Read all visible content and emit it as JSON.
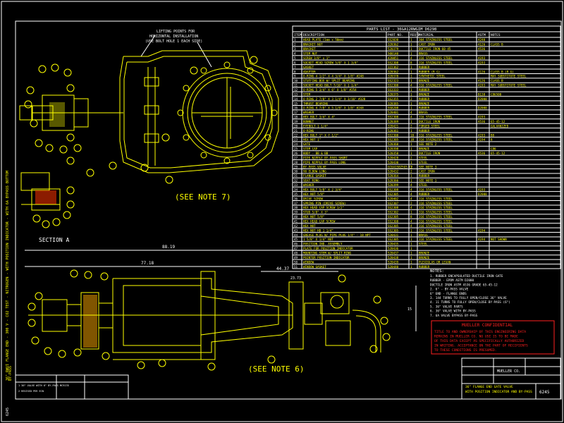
{
  "views": {
    "lifting_note": [
      "LIFTING POINTS FOR",
      "HORIZONTAL INSTALLATION",
      "(USE BOLT HOLE 1 EACH SIDE)"
    ],
    "see_note_7": "(SEE NOTE 7)",
    "see_note_6": "(SEE NOTE 6)",
    "section_label": "SECTION A",
    "dim_overall": "88.19",
    "dim_77": "77.18",
    "dim_44": "44.37",
    "dim_small": "23.73",
    "dim_15": "15"
  },
  "vertical_title": "36\" RWVI FLANGE END - 300 V - CO2 TEST - NITROGEN - WITH POSITION INDICATOR - WITH 6A BYPASS BOTTOM",
  "vertical_code": "BY-PASS",
  "parts_list": {
    "title": "PARTS LIST - 36GA12RWGIM D6298",
    "headers": [
      "ITEM",
      "DESCRIPTION",
      "PART NO.",
      "REQ'D",
      "MATERIAL",
      "ASTM",
      "NOTES"
    ],
    "rows": [
      [
        "1",
        "HEAD PLATE (1mm x 50mm)",
        "SS2030",
        "1",
        "304 STAINLESS STEEL",
        "A240",
        ""
      ],
      [
        "2",
        "BRACKET NUT",
        "320362",
        "1",
        "CAST IRON",
        "A126",
        "CLASS B"
      ],
      [
        "3",
        "BRACKET",
        "520379",
        "1",
        "DUCTILE IRON-60-45",
        "A536",
        ""
      ],
      [
        "4",
        "STEM NUT",
        "500140",
        "1",
        "BRASS",
        "",
        ""
      ],
      [
        "5",
        "SCREW 3/8\" x 1\"",
        "420051",
        "4",
        "316 STAINLESS STEEL",
        "A193",
        ""
      ],
      [
        "6",
        "SOCKET HEAD SCREW 5/8\" X 1 3/4\"",
        "SS2308",
        "8",
        "316 STAINLESS STEEL",
        "A193",
        ""
      ],
      [
        "7",
        "GASKET",
        "322362",
        "1",
        "RUBBER",
        "",
        ""
      ],
      [
        "8",
        "ADAPTER",
        "320362",
        "1",
        "RUBBER (R G)",
        "A126",
        "CLASS B (R G)"
      ],
      [
        "9",
        "O-RING 4 1/2\" X 4 3/4\" X 1/8\" #248",
        "320378",
        "1",
        "SYNTHETIC STEEL",
        "",
        "MAY SUBSTITUTE STEEL"
      ],
      [
        "10",
        "STUFFING BOX W/ SPLIT BEARING",
        "SS2323",
        "1",
        "BRONZE",
        "A126",
        "CLASS B"
      ],
      [
        "11",
        "SOCKET HEAD BOLT 7/16\" X 1 1/4\"",
        "SS2308",
        "4",
        "316 STAINLESS STEEL",
        "A193",
        "MAY SUBSTITUTE STEEL"
      ],
      [
        "12",
        "O-RING 5 3/4\" X 6\" X 1/8\" #254",
        "SS3333",
        "1",
        "RUBBER",
        "",
        ""
      ],
      [
        "13",
        "STEM",
        "520375",
        "1",
        "BRONZE",
        "B138",
        "C86500"
      ],
      [
        "14",
        "O-RING 2 7/8\" X 3 1/4\" X 3/16\" #328",
        "SS2355",
        "2",
        "RUBBER",
        "D2000",
        ""
      ],
      [
        "15",
        "THRUST BEARING",
        "320385",
        "1",
        "BRONZE",
        "",
        ""
      ],
      [
        "16",
        "O-RING 4 7/8\" X 5 1/8\" X 1/8\" #244",
        "SS8208",
        "1",
        "RUBBER",
        "D2000",
        ""
      ],
      [
        "17",
        "WASHER",
        "520401",
        "4",
        "BRASS",
        "",
        ""
      ],
      [
        "18",
        "HEX BOLT 3/4\" X 4\"",
        "SS2308",
        "4",
        "316 STAINLESS STEEL",
        "A193",
        ""
      ],
      [
        "19",
        "BONNET",
        "520389",
        "1",
        "DUCTILE IRON",
        "A536",
        "65-45-12"
      ],
      [
        "20",
        "EYEBOLT 1 1/4\"",
        "320421",
        "2",
        "FORGED STEEL",
        "",
        "GALVANIZED"
      ],
      [
        "21",
        "O-RING",
        "520361",
        "1",
        "RUBBER",
        "",
        ""
      ],
      [
        "22",
        "HEX BOLT 1\" X 7 1/2\"",
        "SS2308",
        "18",
        "316 STAINLESS STEEL",
        "A193",
        "B8"
      ],
      [
        "23",
        "HEX NUT 1\"",
        "SS2305",
        "18",
        "316 STAINLESS STEEL",
        "A194",
        "8"
      ],
      [
        "24",
        "GATE",
        "520360",
        "1",
        "SEE NOTE 2",
        "",
        ""
      ],
      [
        "25",
        "STEM CAP",
        "520398",
        "1",
        "BRONZE",
        "",
        "C86"
      ],
      [
        "26",
        "BODY - BB & BB",
        "520358",
        "1",
        "DUCTILE IRON",
        "A536",
        "65-45-12"
      ],
      [
        "27",
        "PIPE NIPPLE BY-PASS SHORT",
        "520428",
        "2",
        "STEEL",
        "",
        ""
      ],
      [
        "28",
        "PIPE NIPPLE BY-PASS LONG",
        "520430",
        "1",
        "STEEL",
        "",
        ""
      ],
      [
        "29",
        "BY-PASS VALVE",
        "GC6A1S025G5 C2",
        "1",
        "SEE NOTE 3",
        "",
        ""
      ],
      [
        "30",
        "90 ELBOW LONG",
        "520432",
        "2",
        "CAST IRON",
        "",
        ""
      ],
      [
        "31",
        "FLANGE GASKET",
        "520364",
        "1",
        "RUBBER",
        "",
        ""
      ],
      [
        "32",
        "SEAT RING",
        "520366",
        "1",
        "SEE NOTE 1",
        "",
        ""
      ],
      [
        "33",
        "WASHER",
        "520399",
        "4",
        "STEEL",
        "",
        ""
      ],
      [
        "34",
        "HEX BOLT 5/8\" X 2 3/4\"",
        "SS2308",
        "4",
        "316 STAINLESS STEEL",
        "A193",
        ""
      ],
      [
        "35",
        "HEX NUT 5/8\"",
        "SS2305",
        "4",
        "RUBBER",
        "D2000",
        ""
      ],
      [
        "36",
        "DRIVE SCREW",
        "520402",
        "4",
        "316 STAINLESS STEEL",
        "",
        ""
      ],
      [
        "37",
        "SPRING PIN (DRIVE SCREW)",
        "SS2307",
        "2",
        "316 STAINLESS STEEL",
        "",
        ""
      ],
      [
        "38",
        "HEX HEAD CAP SCREW 1/2\"",
        "SS2308",
        "4",
        "316 STAINLESS STEEL",
        "",
        ""
      ],
      [
        "39",
        "STUD 5/8\" X 3\"",
        "SS2302",
        "1",
        "316 STAINLESS STEEL",
        "",
        ""
      ],
      [
        "40",
        "HEX NUT 5/8\"",
        "SS2305",
        "8",
        "316 STAINLESS STEEL",
        "",
        ""
      ],
      [
        "41",
        "HEX HEAD CAP SCREW",
        "SS2308",
        "4",
        "316 STAINLESS STEEL",
        "",
        ""
      ],
      [
        "42",
        "HEX NUT",
        "SS2305",
        "4",
        "316 STAINLESS STEEL",
        "",
        ""
      ],
      [
        "43",
        "HEX NUT HD 1 1/4\"",
        "SS2305",
        "1",
        "316 STAINLESS STEEL",
        "A194",
        ""
      ],
      [
        "44",
        "GREASE PLUG W/ PIPE PLUG 1/4\" - 18 NPT",
        "520431",
        "1",
        "BRASS",
        "",
        ""
      ],
      [
        "45",
        "1 5/8\" X 1/4\" NUT",
        "SS2305",
        "1",
        "316 STAINLESS STEEL",
        "A194",
        "NOT SHOWN"
      ],
      [
        "46",
        "POSITION IND. ASSEMBLY",
        "520435",
        "1",
        "STEEL",
        "",
        ""
      ],
      [
        "47",
        "PLATE FOR POSITION INDICATOR",
        "520436",
        "1",
        "",
        "",
        ""
      ],
      [
        "48",
        "MOUNTING STEM W/ SPLIT RING",
        "520437",
        "1",
        "BRONZE",
        "",
        ""
      ],
      [
        "49",
        "POINTER POSITION INDICATOR",
        "520438",
        "1",
        "BRONZE",
        "",
        ""
      ],
      [
        "50",
        "WINDOW",
        "520439",
        "1",
        "PLEXIGLAS OR LEXAN",
        "",
        ""
      ],
      [
        "51",
        "WINDOW GASKET",
        "520440",
        "1",
        "RUBBER",
        "",
        ""
      ]
    ]
  },
  "notes": {
    "heading": "NOTES:",
    "lines": [
      "1. RUBBER ENCAPSULATED DUCTILE IRON GATE",
      "   RUBBER - EPDM  ASTM D2000",
      "   DUCTILE IRON  ASTM A536 GRADE 65-45-12",
      "2. 6\" - BY-PASS VALVE",
      "   6\" END - FLANGE ENDS",
      "3. 144 TURNS TO FULLY OPEN/CLOSE 36\" VALVE",
      "4. 11 TURNS TO FULLY OPEN/CLOSE BY-PASS (6\")",
      "5. 36\" VALVE PARTS",
      "6. 36\" VALVE WITH BY-PASS",
      "7. 6A VALVE BYPASS BY-PASS"
    ]
  },
  "confidential": {
    "heading": "MUELLER CONFIDENTIAL",
    "lines": [
      "TITLE TO AND OWNERSHIP OF THIS ENGINEERING DATA",
      "REMAINS IN MUELLER CO. NO USE IS TO BE MADE",
      "OF THIS DATA EXCEPT AS SPECIFICALLY AUTHORIZED",
      "IN WRITING. ACCEPTANCE ON THE PART OF RECIPIENTS",
      "TO THESE CONDITIONS IS PRESUMED."
    ]
  },
  "title_block": {
    "company": "MUELLER CO.",
    "title": "36\" FLANGE END GATE VALVE",
    "subtitle": "WITH POSITION INDICATOR AND BY-PASS",
    "drawing_no": "6245",
    "sheet": "6245"
  },
  "revision_block": {
    "lines": [
      "1  36\" VALVE WITH 6\" BY-PASS MC9178",
      "2  REVISED PER ECN"
    ]
  }
}
